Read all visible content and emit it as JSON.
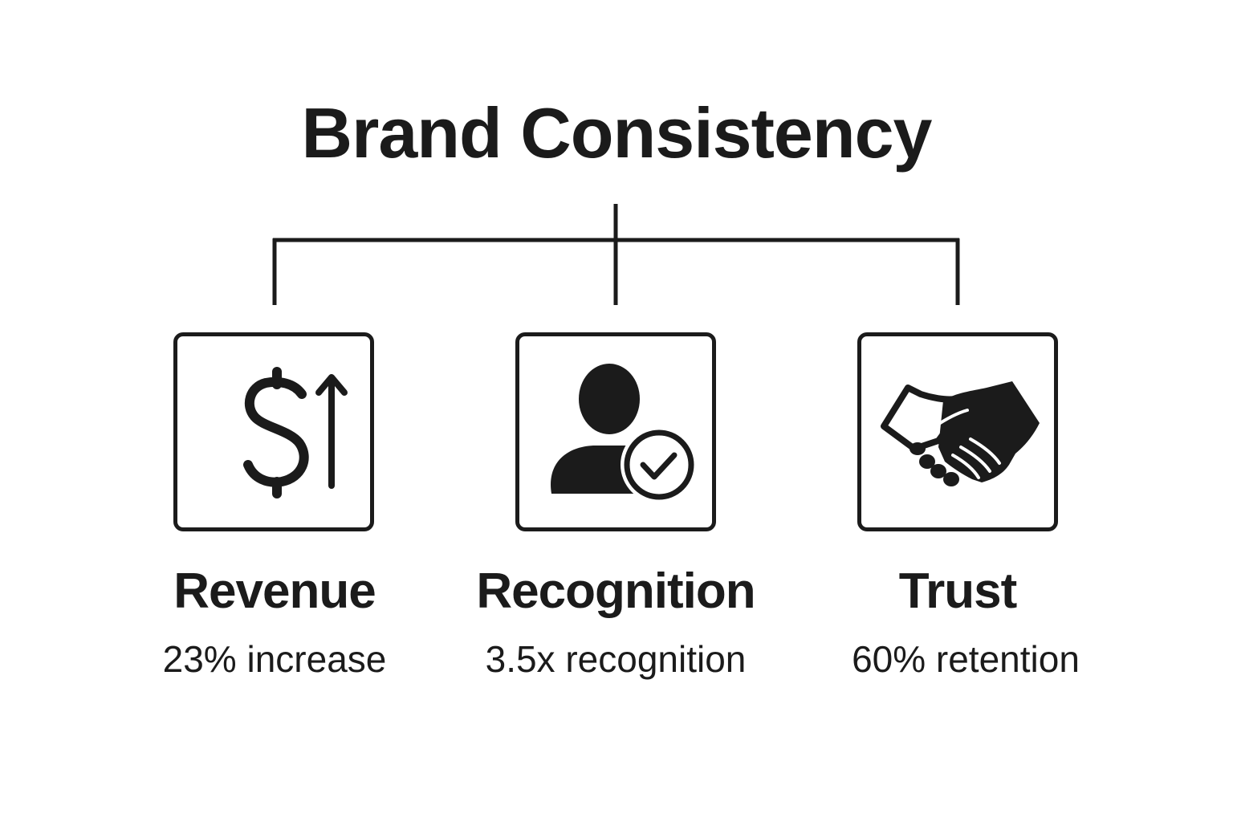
{
  "title": "Brand Consistency",
  "items": [
    {
      "label": "Revenue",
      "stat": "23% increase",
      "icon": "dollar-up-arrow-icon"
    },
    {
      "label": "Recognition",
      "stat": "3.5x recognition",
      "icon": "user-check-icon"
    },
    {
      "label": "Trust",
      "stat": "60% retention",
      "icon": "handshake-icon"
    }
  ],
  "colors": {
    "ink": "#1b1b1b",
    "background": "#ffffff"
  }
}
